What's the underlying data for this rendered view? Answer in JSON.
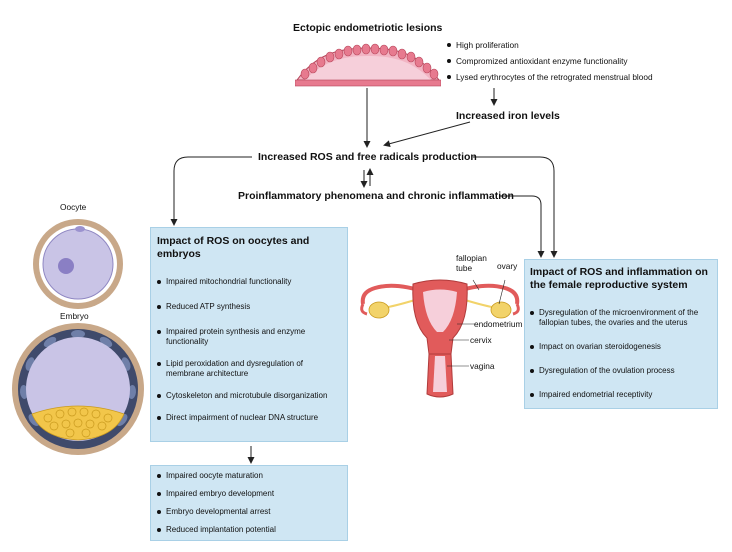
{
  "lesions": {
    "title": "Ectopic endometriotic lesions",
    "bullets": [
      "High proliferation",
      "Compromized antioxidant enzyme functionality",
      "Lysed erythrocytes of the retrograted menstrual blood"
    ]
  },
  "iron": {
    "label": "Increased iron levels"
  },
  "ros": {
    "label": "Increased ROS and free radicals production"
  },
  "inflammation": {
    "label": "Proinflammatory phenomena and chronic inflammation"
  },
  "oocyte": {
    "label": "Oocyte"
  },
  "embryo": {
    "label": "Embryo"
  },
  "embryos_box": {
    "title": "Impact of ROS on oocytes and embryos",
    "items": [
      "Impaired mitochondrial functionality",
      "Reduced ATP synthesis",
      "Impaired protein synthesis and enzyme functionality",
      "Lipid peroxidation and dysregulation of membrane architecture",
      "Cytoskeleton and microtubule disorganization",
      "Direct impairment of nuclear DNA structure"
    ]
  },
  "outcomes_box": {
    "items": [
      "Impaired oocyte maturation",
      "Impaired embryo development",
      "Embryo developmental arrest",
      "Reduced implantation potential"
    ]
  },
  "uterus": {
    "labels": {
      "fallopian": "fallopian tube",
      "ovary": "ovary",
      "endometrium": "endometrium",
      "cervix": "cervix",
      "vagina": "vagina"
    }
  },
  "repro_box": {
    "title": "Impact of ROS and inflammation on the female reproductive system",
    "items": [
      "Dysregulation of the microenvironment of the fallopian tubes, the ovaries and the uterus",
      "Impact on ovarian steroidogenesis",
      "Dysregulation of the ovulation process",
      "Impaired endometrial receptivity"
    ]
  },
  "colors": {
    "box_fill": "#cfe6f3",
    "tissue_pink": "#e77a8f",
    "tissue_dark": "#b6455a",
    "oocyte_fill": "#c9c4e6",
    "oocyte_ring": "#c8a889",
    "embryo_cells": "#f2c64a",
    "uterus_red": "#e15b5b",
    "ovary_yellow": "#f2d36a"
  }
}
